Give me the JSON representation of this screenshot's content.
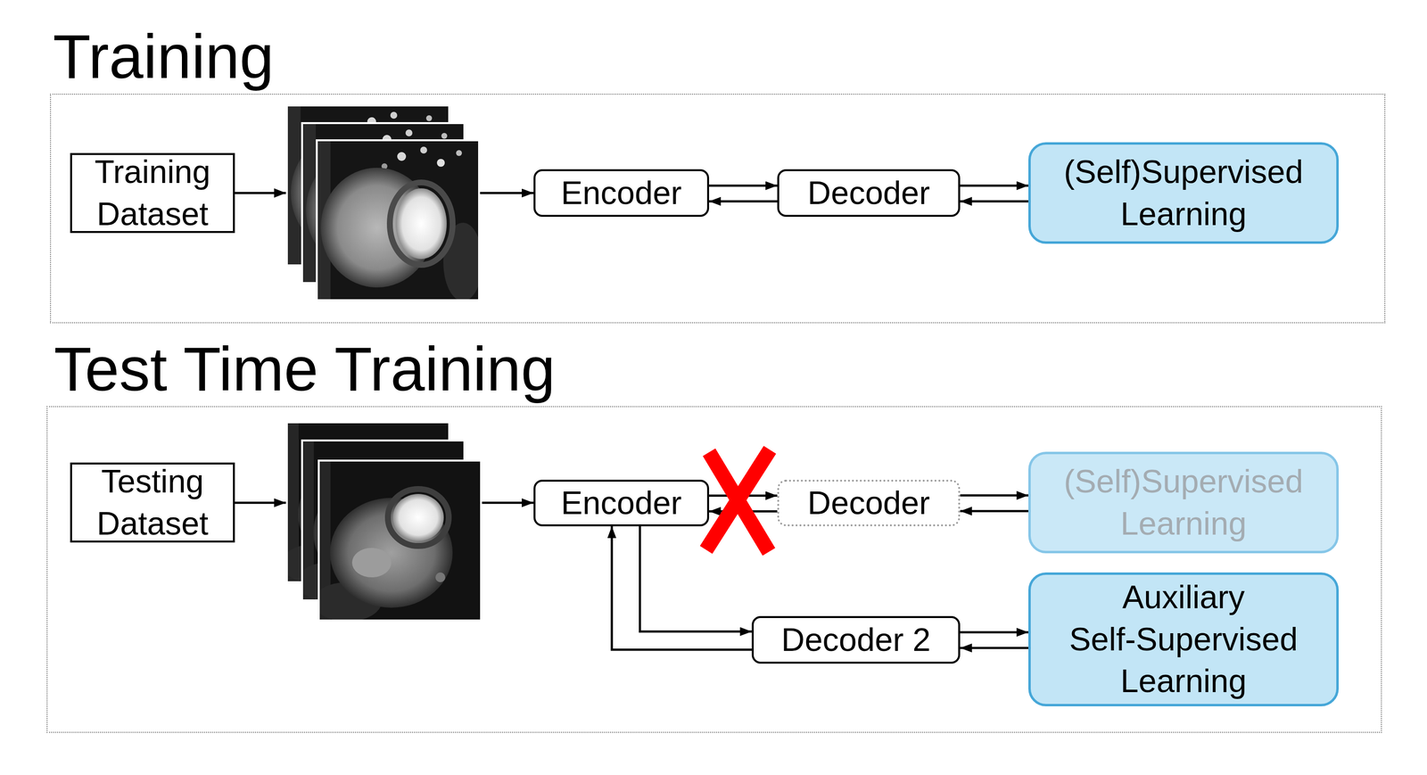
{
  "diagram": {
    "nodes": [
      {
        "text": [
          "Training"
        ]
      },
      {
        "text": [
          "Training Dataset"
        ],
        "in": 0
      },
      {
        "text": [
          "Encoder"
        ],
        "in": 0
      },
      {
        "text": [
          "Decoder"
        ],
        "in": 0
      },
      {
        "text": [
          "(Self)Supervised Learning"
        ],
        "in": 0
      },
      {
        "text": [
          "Test Time Training"
        ]
      },
      {
        "text": [
          "Testing Dataset"
        ],
        "in": 5
      },
      {
        "text": [
          "Encoder"
        ],
        "in": 5
      },
      {
        "text": [
          "Decoder"
        ],
        "in": 5
      },
      {
        "text": [
          "(Self)Supervised Learning"
        ],
        "in": 5
      },
      {
        "text": [
          "Decoder 2"
        ],
        "in": 5
      },
      {
        "text": [
          "Auxiliary Self-Supervised Learning"
        ],
        "in": 5
      }
    ],
    "edges": [
      {
        "from": 1,
        "to": 2,
        "arrow": "to"
      },
      {
        "from": 2,
        "to": 3,
        "arrow": "to"
      },
      {
        "from": 3,
        "to": 2,
        "arrow": "to"
      },
      {
        "from": 3,
        "to": 4,
        "arrow": "to"
      },
      {
        "from": 4,
        "to": 3,
        "arrow": "to"
      },
      {
        "from": 6,
        "to": 7,
        "arrow": "to"
      },
      {
        "from": 7,
        "to": 8,
        "arrow": "to"
      },
      {
        "from": 8,
        "to": 7,
        "arrow": "to"
      },
      {
        "from": 8,
        "to": 9,
        "arrow": "to"
      },
      {
        "from": 9,
        "to": 8,
        "arrow": "to"
      },
      {
        "from": 7,
        "to": 10,
        "arrow": "to"
      },
      {
        "from": 10,
        "to": 7,
        "arrow": "to"
      },
      {
        "from": 10,
        "to": 11,
        "arrow": "to"
      },
      {
        "from": 11,
        "to": 10,
        "arrow": "to"
      }
    ]
  }
}
